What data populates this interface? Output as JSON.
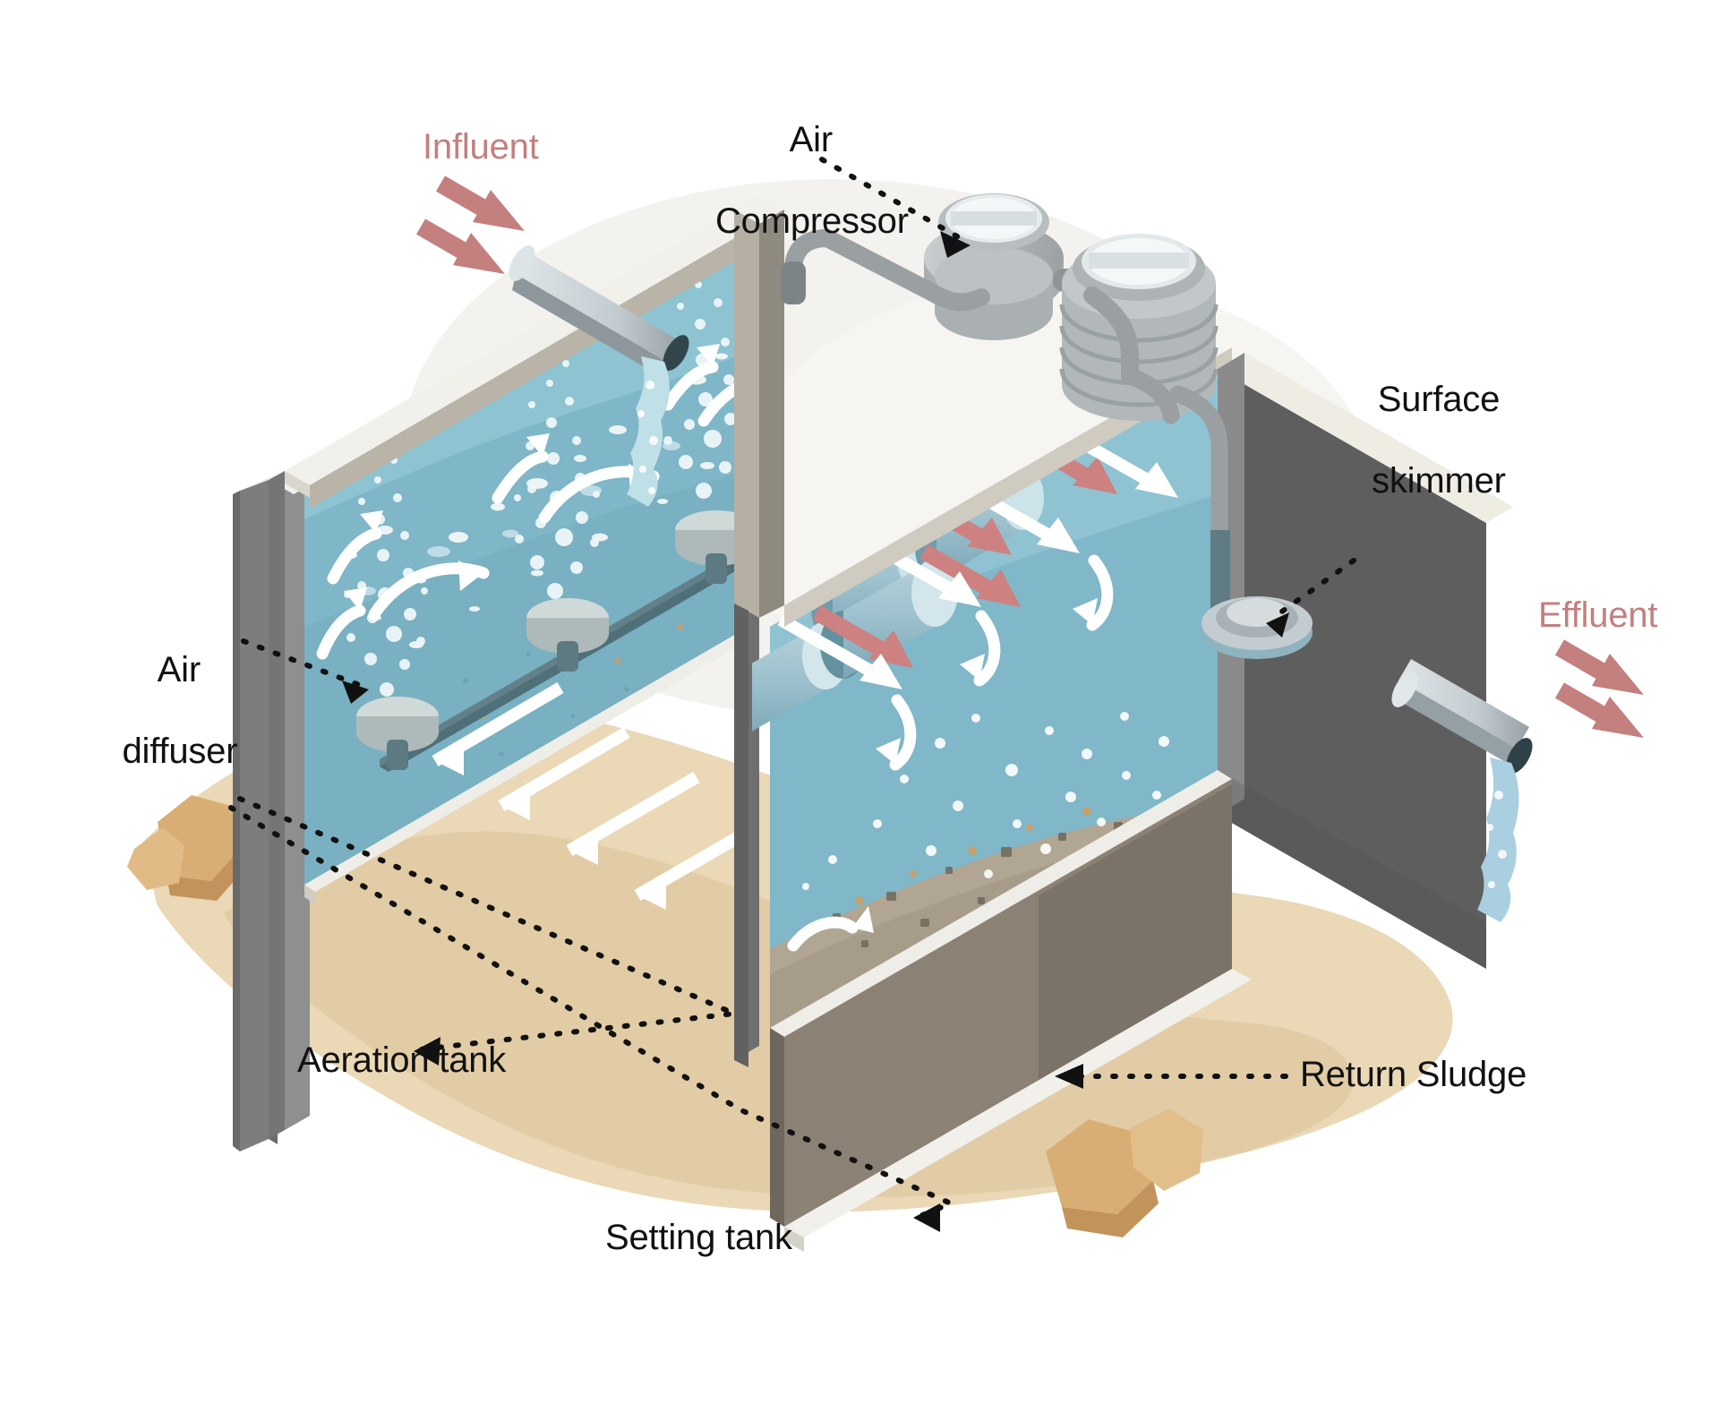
{
  "diagram": {
    "title": "Activated sludge wastewater treatment plant — isometric cutaway",
    "type": "process-diagram"
  },
  "labels": {
    "influent": "Influent",
    "air_compressor_line1": "Air",
    "air_compressor_line2": "Compressor",
    "surface_skimmer_line1": "Surface",
    "surface_skimmer_line2": "skimmer",
    "effluent": "Effluent",
    "air_diffuser_line1": "Air",
    "air_diffuser_line2": "diffuser",
    "aeration_tank": "Aeration tank",
    "setting_tank": "Setting tank",
    "return_sludge": "Return Sludge"
  },
  "colors": {
    "flow_label": "#c3807f",
    "callout_label": "#111111",
    "flow_arrow_red": "#cd8180",
    "water_arrow_white": "#ffffff",
    "water_top": "#7cb6c8",
    "water_front": "#8fc3d2",
    "water_deep": "#6fa8bb",
    "wall_outer": "#7e7e7e",
    "wall_top": "#e8e6df",
    "wall_inner": "#b8b3a6",
    "sand": "#ead8b6",
    "sand_shadow": "#dcc49c",
    "rock": "#d2a86f",
    "sludge": "#a79c8a",
    "sludge_dark": "#8b8175",
    "pipe_grey": "#9aa0a2",
    "compressor_body": "#b9bec0",
    "background": "#ffffff",
    "ground_shadow": "#f2f1ee"
  },
  "components": [
    {
      "name": "influent-pipe",
      "kind": "inlet-pipe"
    },
    {
      "name": "aeration-tank",
      "kind": "tank"
    },
    {
      "name": "setting-tank",
      "kind": "tank"
    },
    {
      "name": "air-compressor-unit-1",
      "kind": "compressor"
    },
    {
      "name": "air-compressor-unit-2",
      "kind": "compressor"
    },
    {
      "name": "air-diffuser-1",
      "kind": "diffuser"
    },
    {
      "name": "air-diffuser-2",
      "kind": "diffuser"
    },
    {
      "name": "air-diffuser-3",
      "kind": "diffuser"
    },
    {
      "name": "surface-skimmer",
      "kind": "skimmer"
    },
    {
      "name": "effluent-pipe",
      "kind": "outlet-pipe"
    },
    {
      "name": "return-sludge-layer",
      "kind": "sludge"
    }
  ],
  "flow_arrows": {
    "influent_red_arrows": 2,
    "effluent_red_arrows": 2,
    "settling_red_arrows": 6,
    "white_flow_arrows": 18
  }
}
